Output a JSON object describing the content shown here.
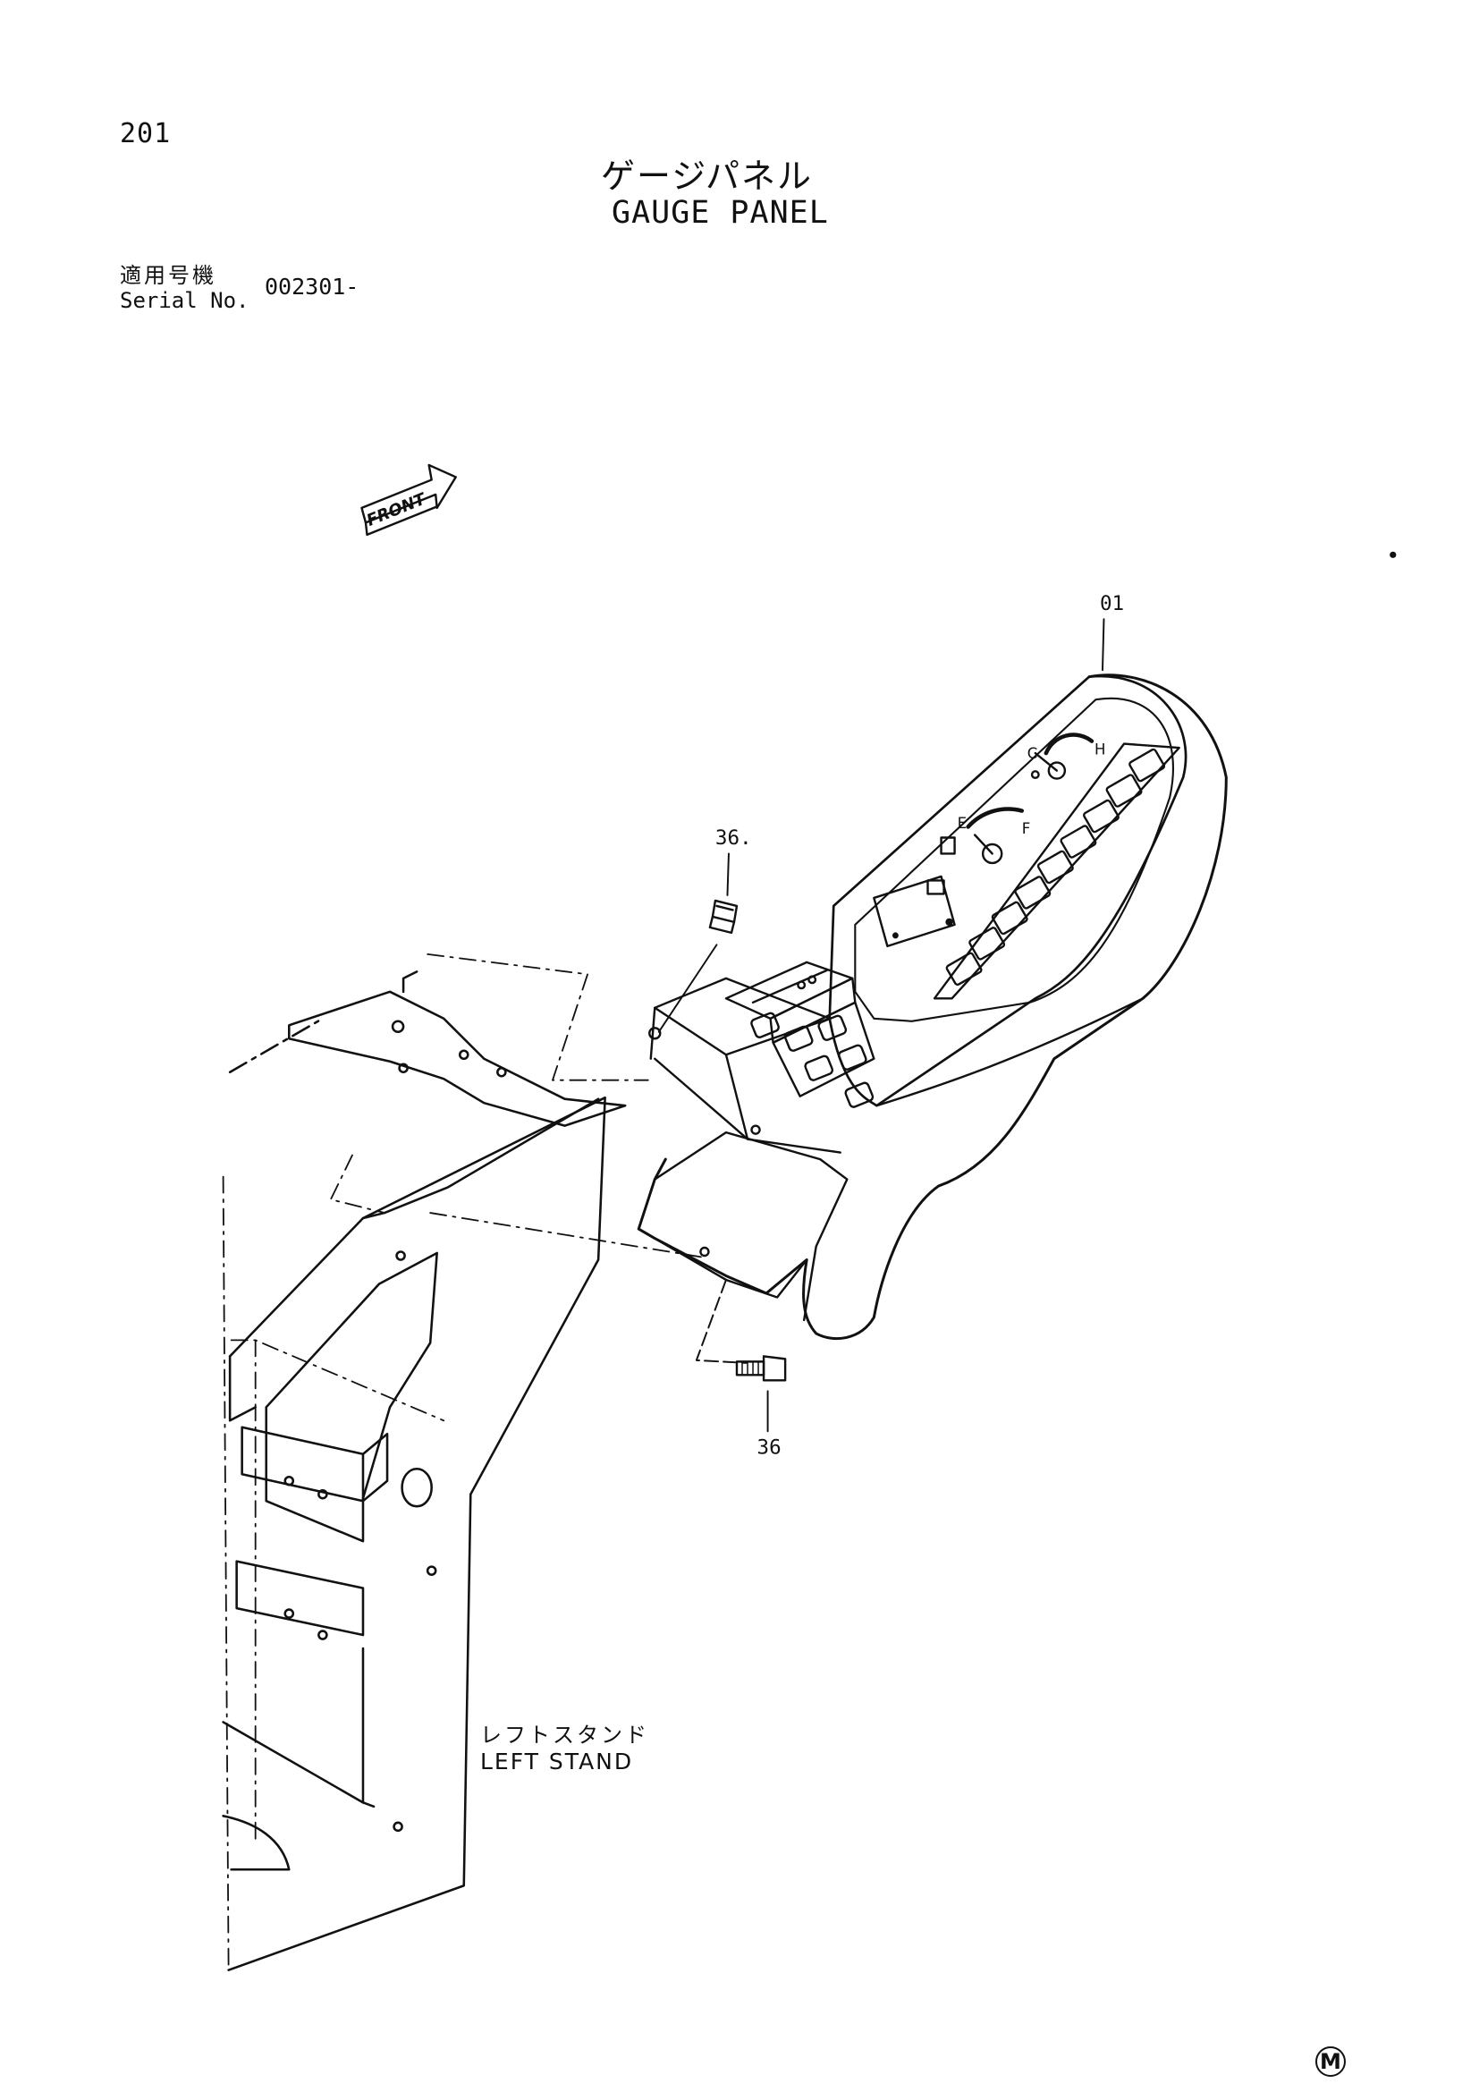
{
  "page_number": "201",
  "title_japanese": "ゲージパネル",
  "title_english": "GAUGE PANEL",
  "serial": {
    "label_japanese": "適用号機",
    "label_english": "Serial No.",
    "value": "002301-"
  },
  "front_arrow_label": "FRONT",
  "part_callouts": [
    {
      "ref": "01"
    },
    {
      "ref": "36."
    },
    {
      "ref": "36"
    }
  ],
  "stand_label_japanese": "レフトスタンド",
  "stand_label_english": "LEFT STAND",
  "corner_mark": "M",
  "gauges": {
    "temperature": {
      "low": "C",
      "high": "H"
    },
    "fuel": {
      "low": "E",
      "high": "F"
    }
  },
  "colors": {
    "ink": "#111111",
    "paper": "#ffffff"
  }
}
